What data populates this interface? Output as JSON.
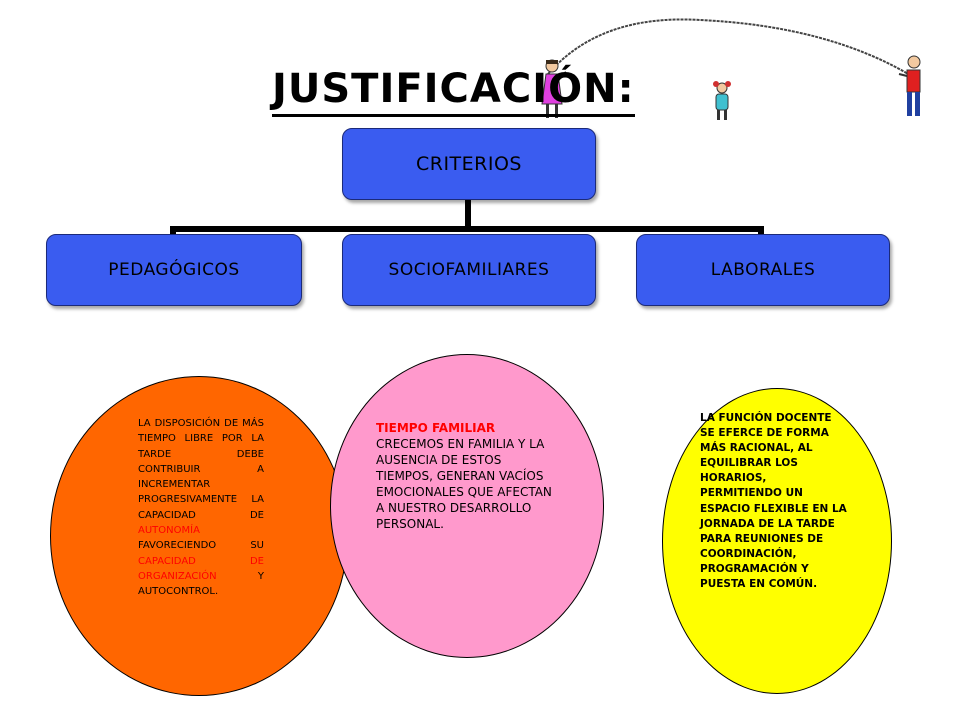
{
  "title": "JUSTIFICACIÓN:",
  "diagram": {
    "root": "CRITERIOS",
    "branches": [
      "PEDAGÓGICOS",
      "SOCIOFAMILIARES",
      "LABORALES"
    ]
  },
  "ovals": {
    "pedagogicos": {
      "text_a": "LA DISPOSICIÓN DE MÁS TIEMPO LIBRE POR LA TARDE DEBE CONTRIBUIR A INCREMENTAR PROGRESIVAMENTE LA CAPACIDAD DE ",
      "highlight_a": "AUTONOMÍA",
      "text_b": " FAVORECIENDO SU ",
      "highlight_b": "CAPACIDAD DE ORGANIZACIÓN",
      "text_c": " Y AUTOCONTROL."
    },
    "sociofamiliares": {
      "heading": "TIEMPO FAMILIAR",
      "body": "CRECEMOS EN FAMILIA Y LA AUSENCIA DE ESTOS TIEMPOS, GENERAN VACÍOS EMOCIONALES QUE AFECTAN A NUESTRO DESARROLLO PERSONAL."
    },
    "laborales": {
      "body": "LA FUNCIÓN DOCENTE SE EFERCE DE FORMA MÁS RACIONAL, AL EQUILIBRAR LOS HORARIOS, PERMITIENDO UN ESPACIO FLEXIBLE EN LA JORNADA DE LA TARDE PARA REUNIONES DE COORDINACIÓN, PROGRAMACIÓN Y PUESTA EN COMÚN."
    }
  },
  "colors": {
    "box": "#3a5cf0",
    "oval_pedagogicos": "#ff6600",
    "oval_sociofamiliares": "#ff99cc",
    "oval_laborales": "#ffff00",
    "highlight_red": "#ff0000"
  }
}
